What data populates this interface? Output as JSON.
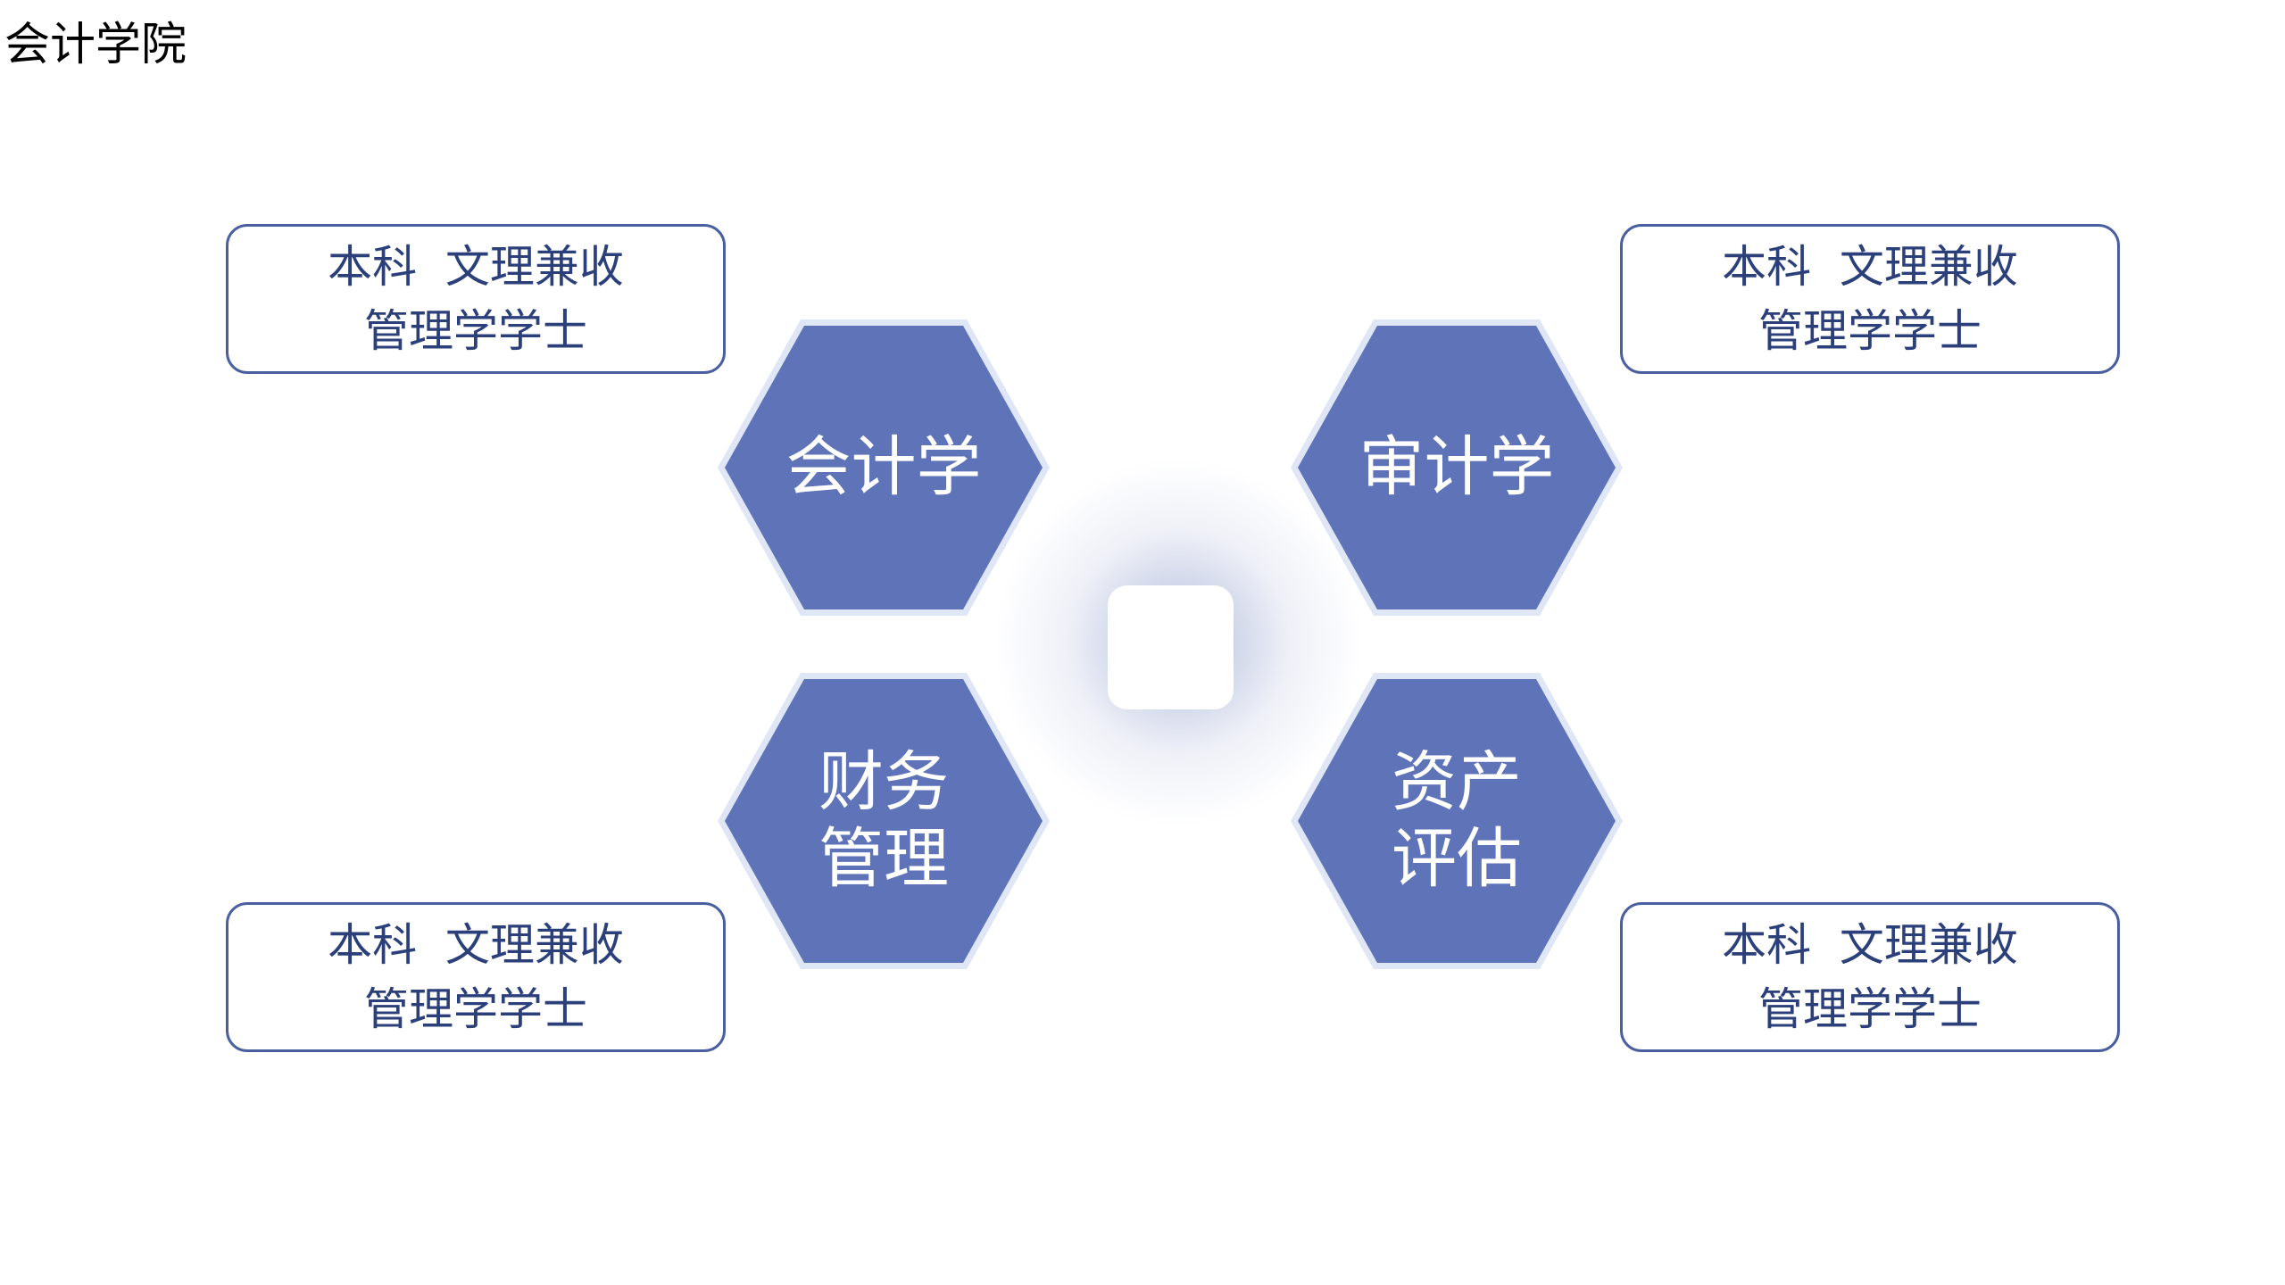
{
  "slide": {
    "title": "会计学院"
  },
  "colors": {
    "hex_fill": "#5e73b8",
    "hex_border": "#dfe6f5",
    "box_border": "#4a5fa0",
    "box_text": "#2b3f7a",
    "background": "#ffffff"
  },
  "majors": [
    {
      "label": "会计学",
      "degree_line1": "本科  文理兼收",
      "degree_line2": "管理学学士"
    },
    {
      "label": "审计学",
      "degree_line1": "本科  文理兼收",
      "degree_line2": "管理学学士"
    },
    {
      "label": "财务\n管理",
      "degree_line1": "本科  文理兼收",
      "degree_line2": "管理学学士"
    },
    {
      "label": "资产\n评估",
      "degree_line1": "本科  文理兼收",
      "degree_line2": "管理学学士"
    }
  ]
}
